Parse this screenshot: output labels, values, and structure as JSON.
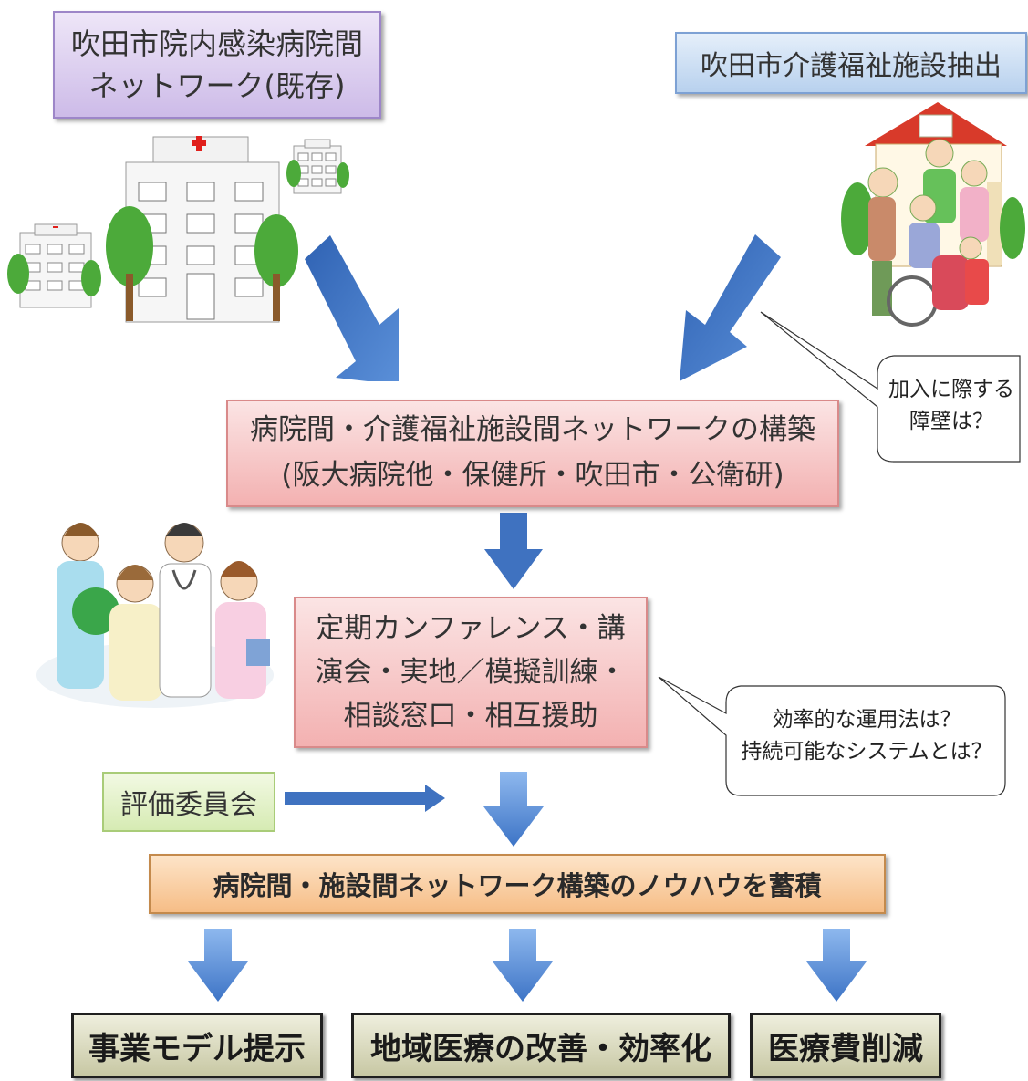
{
  "top_left_box": {
    "lines": [
      "吹田市院内感染病院間",
      "ネットワーク(既存)"
    ]
  },
  "top_right_box": {
    "text": "吹田市介護福祉施設抽出"
  },
  "bubble_join": {
    "lines": [
      "加入に際する",
      "障壁は？"
    ]
  },
  "network_box": {
    "lines": [
      "病院間・介護福祉施設間ネットワークの構築",
      "(阪大病院他・保健所・吹田市・公衛研)"
    ]
  },
  "activities_box": {
    "lines": [
      "定期カンファレンス・講",
      "演会・実地／模擬訓練・",
      "相談窓口・相互援助"
    ]
  },
  "bubble_operation": {
    "lines": [
      "効率的な運用法は？",
      "持続可能なシステムとは？"
    ]
  },
  "evaluation_box": {
    "text": "評価委員会"
  },
  "knowhow_box": {
    "text": "病院間・施設間ネットワーク構築のノウハウを蓄積"
  },
  "outcomes": [
    {
      "text": "事業モデル提示"
    },
    {
      "text": "地域医療の改善・効率化"
    },
    {
      "text": "医療費削減"
    }
  ],
  "colors": {
    "arrow_blue": "#3f72c0",
    "arrow_light": "#6d9fe0",
    "hospital_cross": "#e0201c",
    "tree_green": "#4caa3a",
    "roof_red": "#d83a2a"
  }
}
